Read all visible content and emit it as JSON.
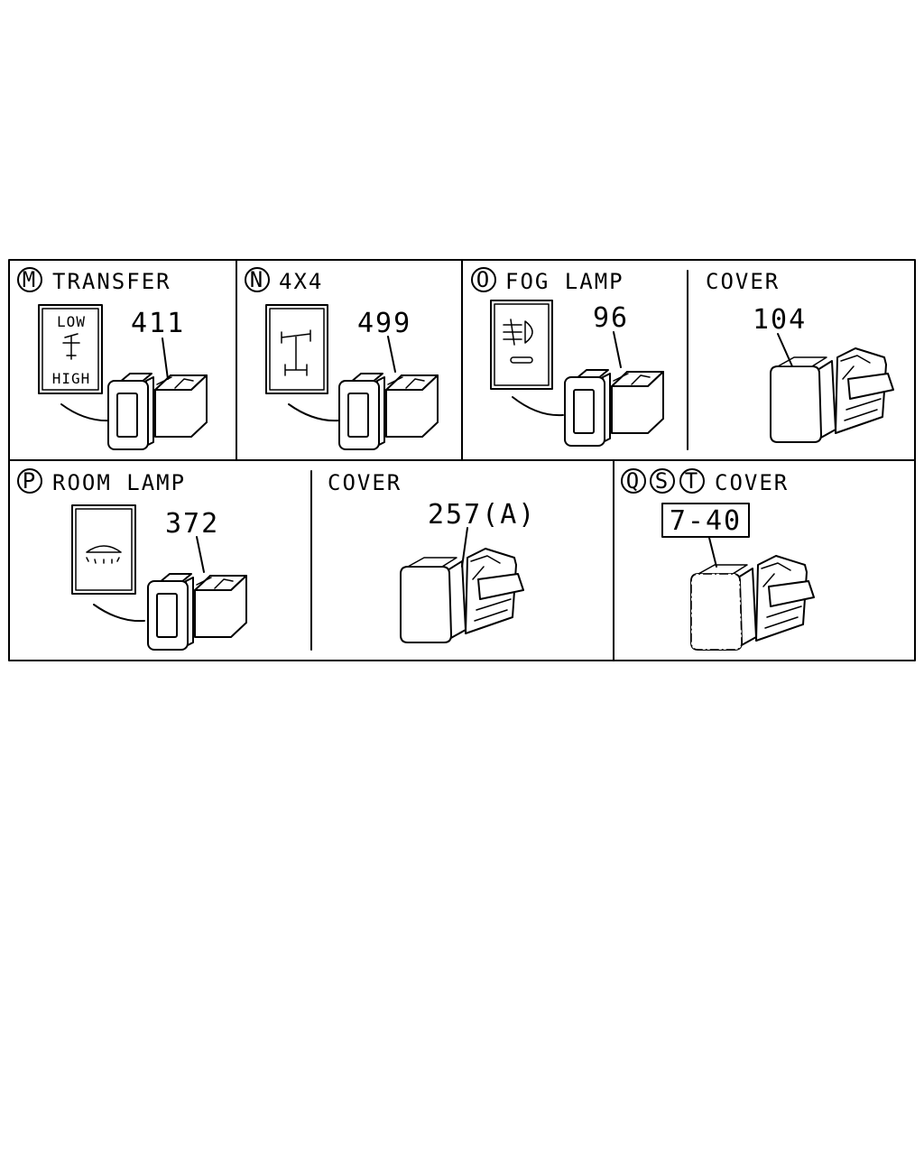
{
  "panels": {
    "m": {
      "letter": "M",
      "title": "TRANSFER",
      "part": "411",
      "sym_top": "LOW",
      "sym_bottom": "HIGH"
    },
    "n": {
      "letter": "N",
      "title": "4X4",
      "part": "499"
    },
    "o": {
      "letter": "O",
      "title": "FOG  LAMP",
      "part": "96"
    },
    "o_cover": {
      "title": "COVER",
      "part": "104"
    },
    "p": {
      "letter": "P",
      "title": "ROOM  LAMP",
      "part": "372"
    },
    "p_cover": {
      "title": "COVER",
      "part": "257(A)"
    },
    "qst": {
      "letters": [
        "Q",
        "S",
        "T"
      ],
      "title": "COVER",
      "part": "7-40"
    }
  }
}
